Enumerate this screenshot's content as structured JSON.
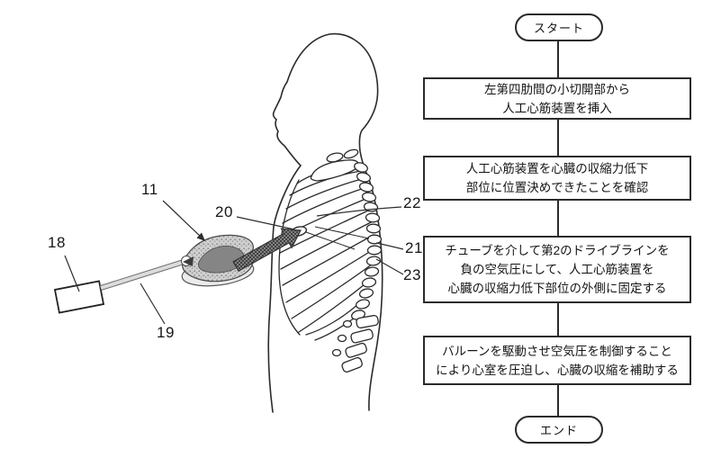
{
  "figure": {
    "description": "Patent-style drawing of an artificial myocardium device being inserted through the chest wall of a human torso shown in left profile with ribcage",
    "labels": {
      "l11": "11",
      "l18": "18",
      "l19": "19",
      "l20": "20",
      "l21": "21",
      "l22": "22",
      "l23": "23"
    }
  },
  "flowchart": {
    "start_label": "スタート",
    "end_label": "エンド",
    "steps": [
      {
        "lines": [
          "左第四肋間の小切開部から",
          "人工心筋装置を挿入"
        ]
      },
      {
        "lines": [
          "人工心筋装置を心臓の収縮力低下",
          "部位に位置決めできたことを確認"
        ]
      },
      {
        "lines": [
          "チューブを介して第2のドライブラインを",
          "負の空気圧にして、人工心筋装置を",
          "心臓の収縮力低下部位の外側に固定する"
        ]
      },
      {
        "lines": [
          "バルーンを駆動させ空気圧を制御すること",
          "により心室を圧迫し、心臓の収縮を補助する"
        ]
      }
    ]
  },
  "colors": {
    "ink": "#2b2b2b",
    "device_light": "#c9c9c9",
    "device_dark": "#858585",
    "tube_fill": "#dcdcdc",
    "background": "#ffffff"
  }
}
